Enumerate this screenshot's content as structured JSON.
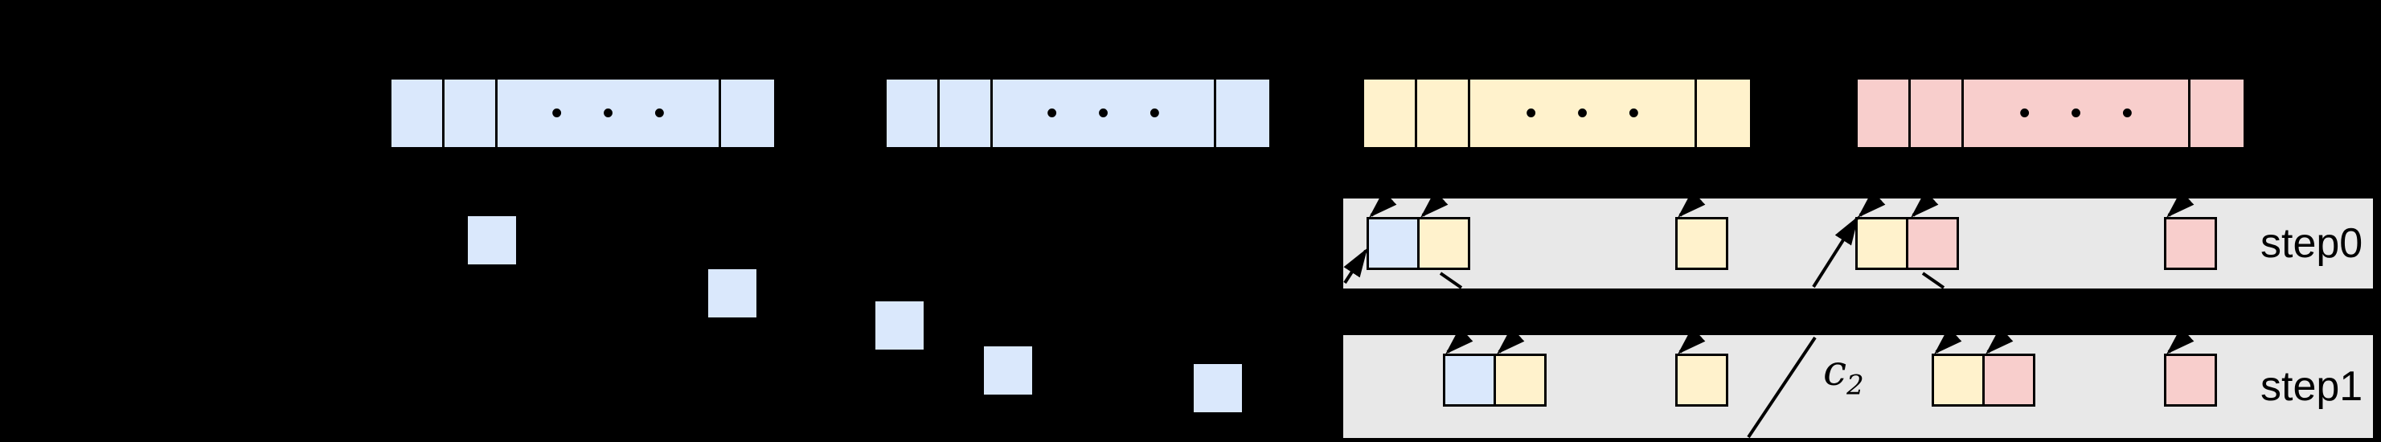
{
  "figure": {
    "background": "#000000",
    "palette": {
      "blue": "#dae8fc",
      "yellow": "#fff2cc",
      "pink": "#f8cecc",
      "band_gray": "#e8e8e8",
      "stroke": "#000000"
    },
    "ellipsis": "• • •",
    "strips": [
      {
        "id": "blue-strip-1",
        "color": "blue"
      },
      {
        "id": "blue-strip-2",
        "color": "blue"
      },
      {
        "id": "yellow-strip",
        "color": "yellow"
      },
      {
        "id": "pink-strip",
        "color": "pink"
      }
    ],
    "steps": [
      {
        "label": "step0"
      },
      {
        "label": "step1"
      }
    ],
    "annotation": {
      "base": "c",
      "subscript": "2"
    }
  }
}
